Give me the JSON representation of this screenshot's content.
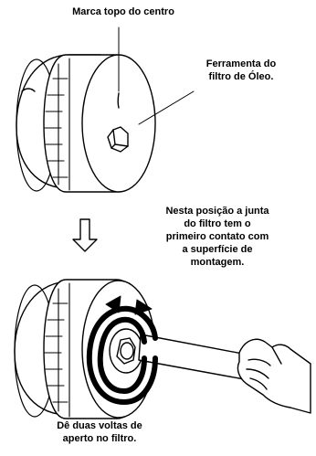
{
  "labels": {
    "top_mark": "Marca topo do centro",
    "tool": [
      "Ferramenta do",
      "filtro de Óleo."
    ],
    "gasket": [
      "Nesta posição a junta",
      "do filtro tem o",
      "primeiro contato com",
      "a superfície de",
      "montagem."
    ],
    "turns": [
      "Dê duas voltas de",
      "aperto no filtro."
    ]
  },
  "icons": [
    "oil-filter-icon",
    "filter-wrench-icon",
    "down-arrow-icon",
    "rotation-arrow-icon",
    "hand-icon"
  ],
  "colors": {
    "line": "#000000",
    "fill": "#ffffff"
  }
}
